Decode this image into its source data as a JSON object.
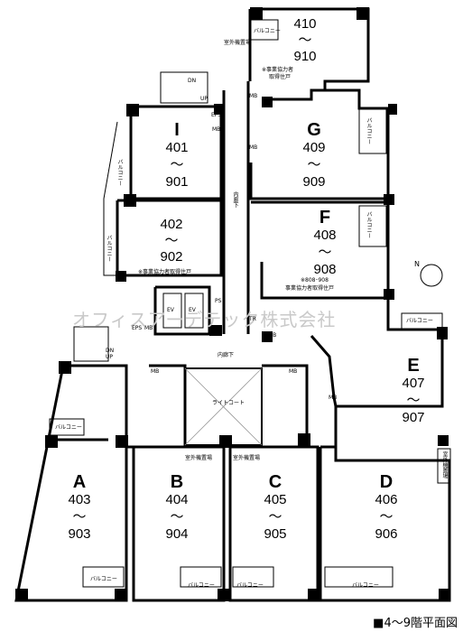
{
  "units": [
    {
      "id": "I",
      "letter": "I",
      "from": "401",
      "sep": "～",
      "to": "901"
    },
    {
      "id": "G",
      "letter": "G",
      "from": "409",
      "sep": "～",
      "to": "909"
    },
    {
      "id": "F",
      "letter": "F",
      "from": "408",
      "sep": "～",
      "to": "908"
    },
    {
      "id": "E",
      "letter": "E",
      "from": "407",
      "sep": "～",
      "to": "907"
    },
    {
      "id": "A",
      "letter": "A",
      "from": "403",
      "sep": "～",
      "to": "903"
    },
    {
      "id": "B",
      "letter": "B",
      "from": "404",
      "sep": "～",
      "to": "904"
    },
    {
      "id": "C",
      "letter": "C",
      "from": "405",
      "sep": "～",
      "to": "905"
    },
    {
      "id": "D",
      "letter": "D",
      "from": "406",
      "sep": "～",
      "to": "906"
    },
    {
      "id": "top",
      "letter": "",
      "from": "410",
      "sep": "～",
      "to": "910"
    },
    {
      "id": "mid",
      "letter": "",
      "from": "402",
      "sep": "～",
      "to": "902"
    }
  ],
  "labels": {
    "balcony": "バルコニー",
    "mb": "MB",
    "eps": "EPS",
    "ev": "EV",
    "ps": "PS",
    "tr": "TR",
    "up": "UP",
    "dn": "DN",
    "inner_corridor": "内廊下",
    "lightcourt": "ライトコート",
    "outdoor_unit": "室外機置場",
    "note_402": "※事業協力者取得住戸",
    "note_410": "※事業協力者",
    "note_410b": "取得住戸",
    "note_408a": "※808･908",
    "note_408b": "事業協力者取得住戸",
    "north": "N"
  },
  "watermark": "オフィスアーデテック株式会社",
  "caption": "■4～9階平面図"
}
